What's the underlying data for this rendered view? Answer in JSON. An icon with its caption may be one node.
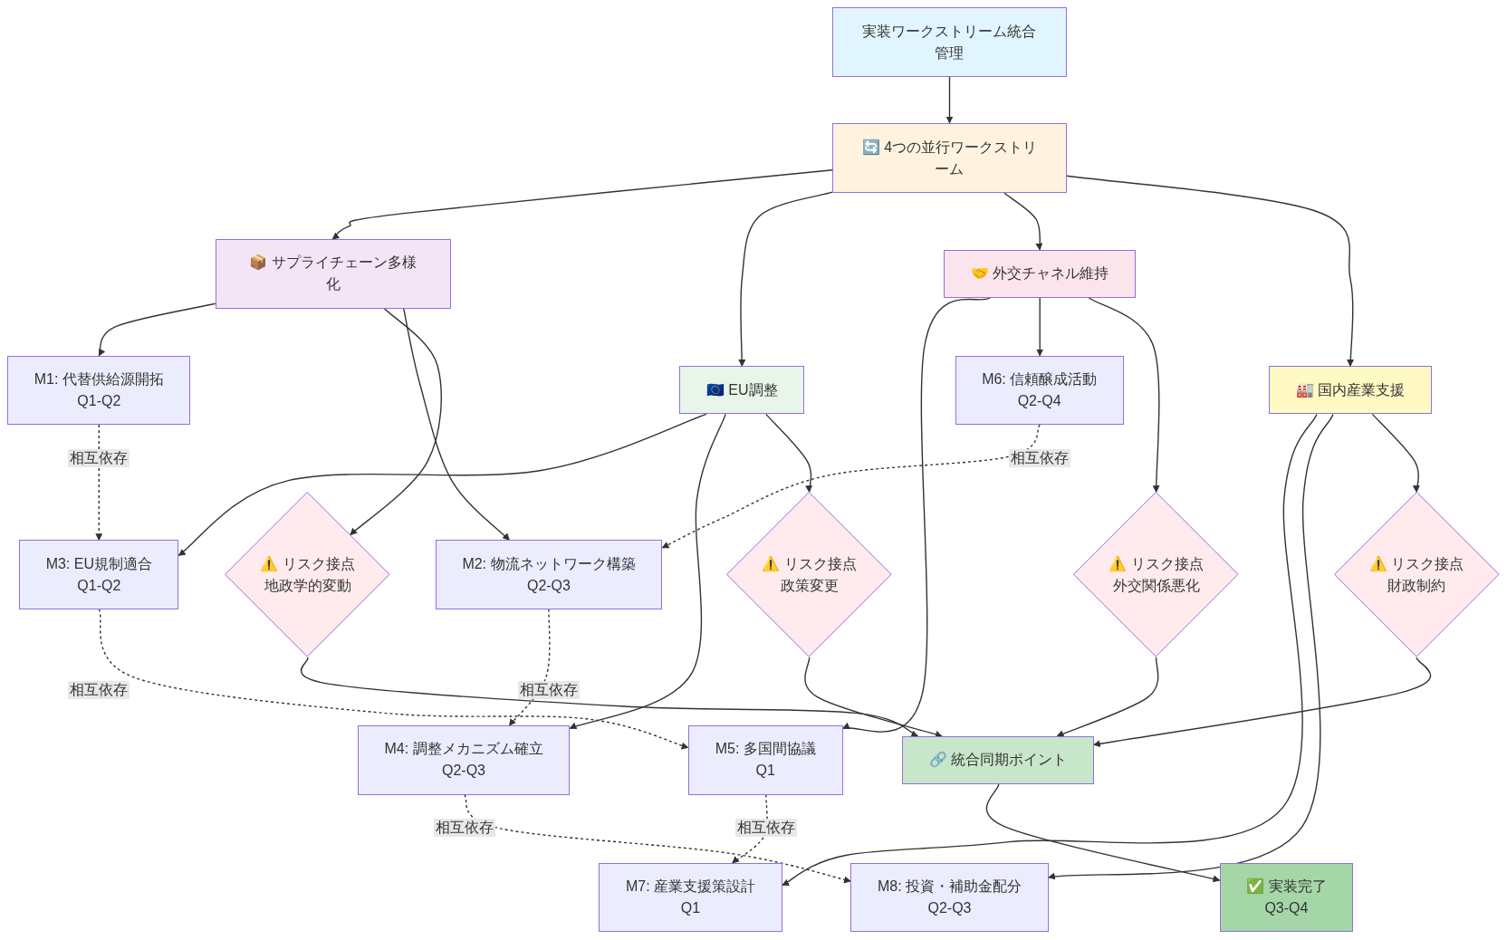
{
  "diagram": {
    "nodes": [
      {
        "text": [
          "実装ワークストリーム統合管理"
        ]
      },
      {
        "text": [
          "🔄 4つの並行ワークストリーム"
        ]
      },
      {
        "text": [
          "📦 サプライチェーン多様化"
        ]
      },
      {
        "text": [
          "🇪🇺 EU調整"
        ]
      },
      {
        "text": [
          "🤝 外交チャネル維持"
        ]
      },
      {
        "text": [
          "🏭 国内産業支援"
        ]
      },
      {
        "text": [
          "M1: 代替供給源開拓",
          "Q1-Q2"
        ]
      },
      {
        "text": [
          "M6: 信頼醸成活動",
          "Q2-Q4"
        ]
      },
      {
        "text": [
          "⚠️ リスク接点",
          "地政学的変動"
        ]
      },
      {
        "text": [
          "M3: EU規制適合",
          "Q1-Q2"
        ]
      },
      {
        "text": [
          "M2: 物流ネットワーク構築",
          "Q2-Q3"
        ]
      },
      {
        "text": [
          "⚠️ リスク接点",
          "政策変更"
        ]
      },
      {
        "text": [
          "⚠️ リスク接点",
          "外交関係悪化"
        ]
      },
      {
        "text": [
          "⚠️ リスク接点",
          "財政制約"
        ]
      },
      {
        "text": [
          "M4: 調整メカニズム確立",
          "Q2-Q3"
        ]
      },
      {
        "text": [
          "M5: 多国間協議",
          "Q1"
        ]
      },
      {
        "text": [
          "🔗 統合同期ポイント"
        ]
      },
      {
        "text": [
          "M7: 産業支援策設計",
          "Q1"
        ]
      },
      {
        "text": [
          "M8: 投資・補助金配分",
          "Q2-Q3"
        ]
      },
      {
        "text": [
          "✅ 実装完了",
          "Q3-Q4"
        ]
      }
    ],
    "edges": [
      {
        "from": 0,
        "to": 1,
        "arrow": "to"
      },
      {
        "from": 1,
        "to": 2,
        "arrow": "to"
      },
      {
        "from": 1,
        "to": 3,
        "arrow": "to"
      },
      {
        "from": 1,
        "to": 4,
        "arrow": "to"
      },
      {
        "from": 1,
        "to": 5,
        "arrow": "to"
      },
      {
        "from": 2,
        "to": 6,
        "arrow": "to"
      },
      {
        "from": 2,
        "to": 8,
        "arrow": "to"
      },
      {
        "from": 2,
        "to": 10,
        "arrow": "to"
      },
      {
        "from": 3,
        "to": 9,
        "arrow": "to"
      },
      {
        "from": 3,
        "to": 14,
        "arrow": "to"
      },
      {
        "from": 3,
        "to": 11,
        "arrow": "to"
      },
      {
        "from": 4,
        "to": 15,
        "arrow": "to"
      },
      {
        "from": 4,
        "to": 7,
        "arrow": "to"
      },
      {
        "from": 4,
        "to": 12,
        "arrow": "to"
      },
      {
        "from": 5,
        "to": 18,
        "arrow": "to"
      },
      {
        "from": 5,
        "to": 17,
        "arrow": "to"
      },
      {
        "from": 5,
        "to": 13,
        "arrow": "to"
      },
      {
        "from": 6,
        "to": 9,
        "arrow": "to",
        "style": "dashed",
        "label": "相互依存"
      },
      {
        "from": 9,
        "to": 15,
        "arrow": "to",
        "style": "dashed",
        "label": "相互依存"
      },
      {
        "from": 10,
        "to": 14,
        "arrow": "to",
        "style": "dashed",
        "label": "相互依存"
      },
      {
        "from": 7,
        "to": 10,
        "arrow": "to",
        "style": "dashed",
        "label": "相互依存"
      },
      {
        "from": 14,
        "to": 18,
        "arrow": "to",
        "style": "dashed",
        "label": "相互依存"
      },
      {
        "from": 15,
        "to": 17,
        "arrow": "to",
        "style": "dashed",
        "label": "相互依存"
      },
      {
        "from": 8,
        "to": 16,
        "arrow": "to"
      },
      {
        "from": 11,
        "to": 16,
        "arrow": "to"
      },
      {
        "from": 12,
        "to": 16,
        "arrow": "to"
      },
      {
        "from": 13,
        "to": 16,
        "arrow": "to"
      },
      {
        "from": 16,
        "to": 19,
        "arrow": "to"
      }
    ]
  }
}
